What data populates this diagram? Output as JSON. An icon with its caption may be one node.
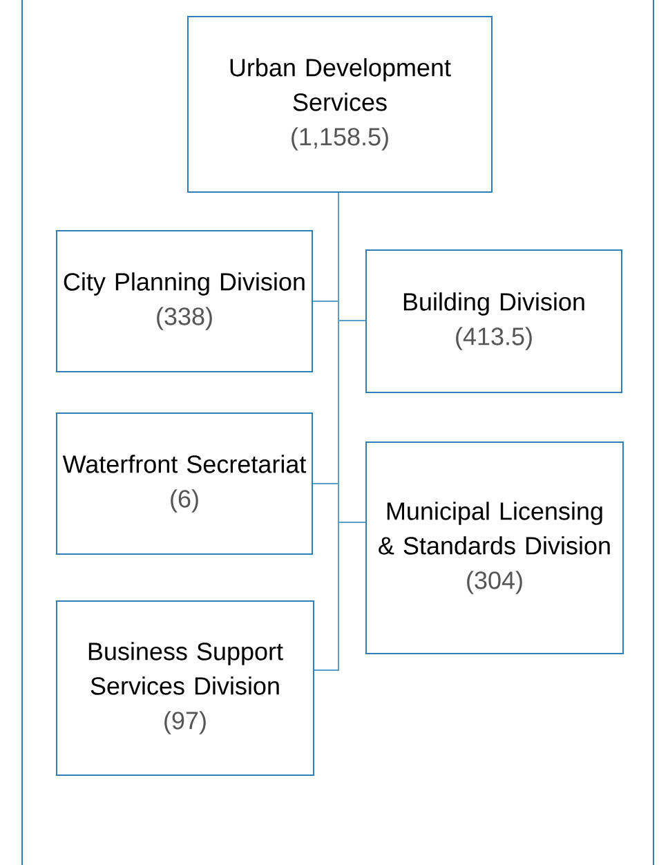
{
  "diagram": {
    "nodes": [
      {
        "text": [
          "Urban Development Services",
          "(1,158.5)"
        ]
      },
      {
        "text": [
          "City Planning Division",
          "(338)"
        ]
      },
      {
        "text": [
          "Building Division",
          "(413.5)"
        ]
      },
      {
        "text": [
          "Waterfront Secretariat",
          "(6)"
        ]
      },
      {
        "text": [
          "Municipal Licensing & Standards Division",
          "(304)"
        ]
      },
      {
        "text": [
          "Business Support Services Division",
          "(97)"
        ]
      }
    ],
    "edges": [
      {
        "from": 0,
        "to": 1,
        "arrow": "none"
      },
      {
        "from": 0,
        "to": 2,
        "arrow": "none"
      },
      {
        "from": 0,
        "to": 3,
        "arrow": "none"
      },
      {
        "from": 0,
        "to": 4,
        "arrow": "none"
      },
      {
        "from": 0,
        "to": 5,
        "arrow": "none"
      }
    ]
  }
}
